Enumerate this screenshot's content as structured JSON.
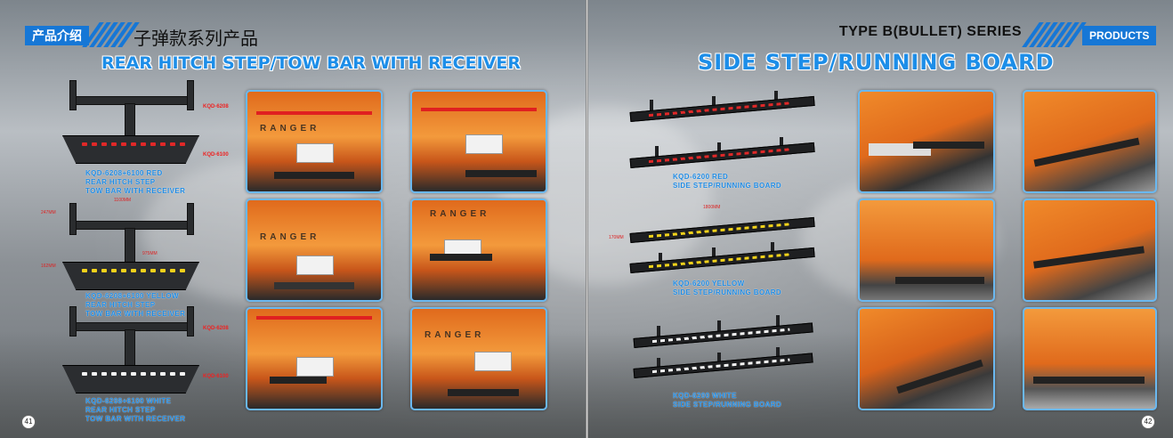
{
  "left_page": {
    "tag_label": "产品介绍",
    "subtitle": "子弹款系列产品",
    "title": "REAR HITCH STEP/TOW BAR WITH RECEIVER",
    "page_number": "41",
    "codes": [
      "KQD-6208",
      "KQD-6100",
      "KQD-6208",
      "KQD-6100"
    ],
    "dimensions": [
      "1100MM",
      "247MM",
      "975MM",
      "162MM"
    ],
    "products": [
      {
        "line1": "KQD-6208+6100 RED",
        "line2": "REAR HITCH STEP",
        "line3": "TOW BAR WITH RECEIVER",
        "color": "#e02828"
      },
      {
        "line1": "KQD-6208+6100 YELLOW",
        "line2": "REAR HITCH STEP",
        "line3": "TOW BAR WITH RECEIVER",
        "color": "#f2d21a"
      },
      {
        "line1": "KQD-6208+6100 WHITE",
        "line2": "REAR HITCH STEP",
        "line3": "TOW BAR WITH RECEIVER",
        "color": "#f4f4f4"
      }
    ],
    "photo_text": "RANGER"
  },
  "right_page": {
    "series": "TYPE B(BULLET) SERIES",
    "tag_label": "PRODUCTS",
    "title": "SIDE STEP/RUNNING BOARD",
    "page_number": "42",
    "dimensions": [
      "1800MM",
      "170MM"
    ],
    "products": [
      {
        "line1": "KQD-6200 RED",
        "line2": "SIDE STEP/RUNNING BOARD",
        "color": "#e02828"
      },
      {
        "line1": "KQD-6200 YELLOW",
        "line2": "SIDE STEP/RUNNING BOARD",
        "color": "#f2d21a"
      },
      {
        "line1": "KQD-6200 WHITE",
        "line2": "SIDE STEP/RUNNING BOARD",
        "color": "#f4f4f4"
      }
    ]
  },
  "colors": {
    "accent": "#1677d6",
    "title_blue": "#1d8ee8",
    "code_red": "#e22222"
  }
}
